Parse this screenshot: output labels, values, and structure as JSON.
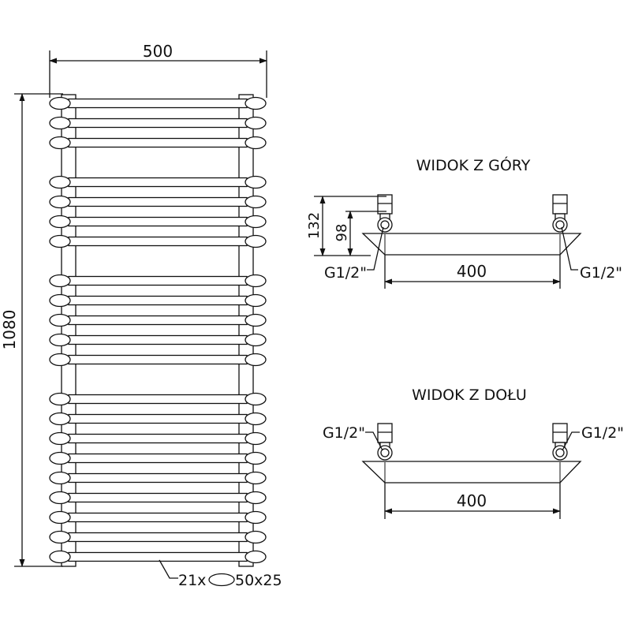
{
  "colors": {
    "line": "#111111",
    "background": "#ffffff"
  },
  "front_view": {
    "width_label": "500",
    "height_label": "1080",
    "tube_count": 21,
    "tube_label": "21x",
    "tube_size_label": "50x25"
  },
  "top_view": {
    "title": "WIDOK Z GÓRY",
    "depth_total_label": "132",
    "depth_axis_label": "98",
    "spacing_label": "400",
    "connection_left": "G1/2\"",
    "connection_right": "G1/2\""
  },
  "bottom_view": {
    "title": "WIDOK Z DOŁU",
    "spacing_label": "400",
    "connection_left": "G1/2\"",
    "connection_right": "G1/2\""
  }
}
